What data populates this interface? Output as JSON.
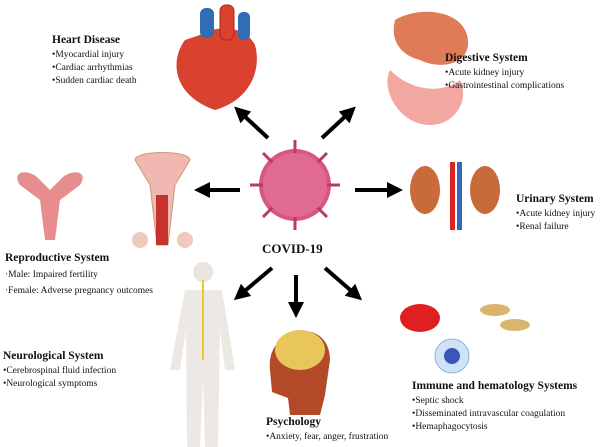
{
  "center_label": "COVID-19",
  "systems": {
    "heart": {
      "title": "Heart Disease",
      "bullets": [
        "•Myocardial injury",
        "•Cardiac arrhythmias",
        "•Sudden cardiac death"
      ]
    },
    "digestive": {
      "title": "Digestive System",
      "bullets": [
        "•Acute kidney injury",
        "•Gastrointestinal complications"
      ]
    },
    "urinary": {
      "title": "Urinary System",
      "bullets": [
        "•Acute kidney injury",
        "•Renal failure"
      ]
    },
    "reproductive": {
      "title": "Reproductive System",
      "bullets": [
        "·Male: Impaired fertility",
        "·Female: Adverse pregnancy outcomes"
      ]
    },
    "neurological": {
      "title": "Neurological System",
      "bullets": [
        "•Cerebrospinal fluid infection",
        "•Neurological symptoms"
      ]
    },
    "psychology": {
      "title": "Psychology",
      "bullets": [
        "•Anxiety, fear, anger, frustration"
      ]
    },
    "immune": {
      "title": "Immune and hematology Systems",
      "bullets": [
        "•Septic shock",
        "•Disseminated intravascular coagulation",
        "•Hemaphagocytosis"
      ]
    }
  }
}
